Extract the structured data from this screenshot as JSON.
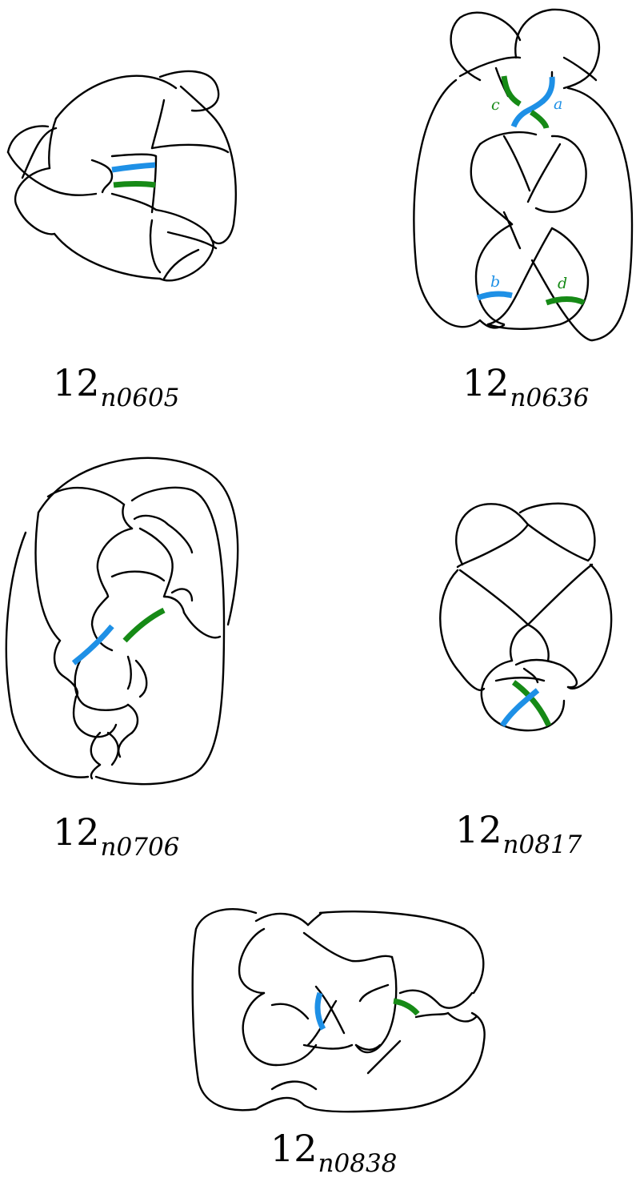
{
  "colors": {
    "strand": "#000000",
    "blue_band": "#1E90E6",
    "green_band": "#168A16"
  },
  "figures": [
    {
      "id": "knot-12n0605",
      "main": "12",
      "sub": "n0605"
    },
    {
      "id": "knot-12n0636",
      "main": "12",
      "sub": "n0636",
      "band_labels": {
        "a": "a",
        "b": "b",
        "c": "c",
        "d": "d"
      }
    },
    {
      "id": "knot-12n0706",
      "main": "12",
      "sub": "n0706"
    },
    {
      "id": "knot-12n0817",
      "main": "12",
      "sub": "n0817"
    },
    {
      "id": "knot-12n0838",
      "main": "12",
      "sub": "n0838"
    }
  ]
}
